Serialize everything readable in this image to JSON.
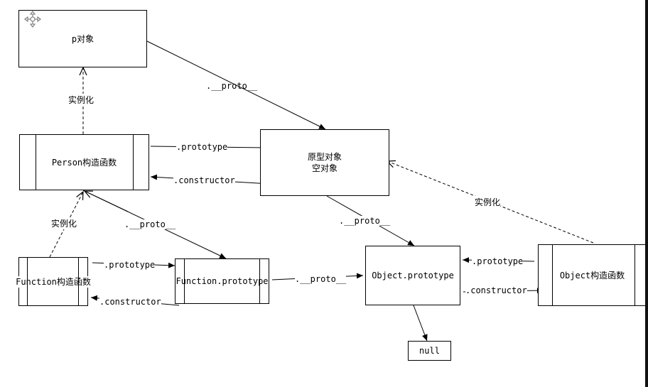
{
  "nodes": {
    "p_obj": "p对象",
    "person": "Person构造函数",
    "proto_obj_line1": "原型对象",
    "proto_obj_line2": "空对象",
    "function_ctor": "Function构造函数",
    "function_proto": "Function.prototype",
    "object_proto": "Object.prototype",
    "object_ctor": "Object构造函数",
    "null": "null"
  },
  "edges": {
    "p_proto": ".__proto__",
    "person_prototype": ".prototype",
    "person_constructor": ".constructor",
    "person_instance": "实例化",
    "person_fn_proto": ".__proto__",
    "function_instance": "实例化",
    "function_prototype": ".prototype",
    "function_constructor": ".constructor",
    "fnproto_proto": ".__proto__",
    "proto_obj_proto": ".__proto__",
    "object_instance": "实例化",
    "object_prototype": ".prototype",
    "object_constructor": ".constructor"
  },
  "icons": {
    "move": "move-icon"
  }
}
